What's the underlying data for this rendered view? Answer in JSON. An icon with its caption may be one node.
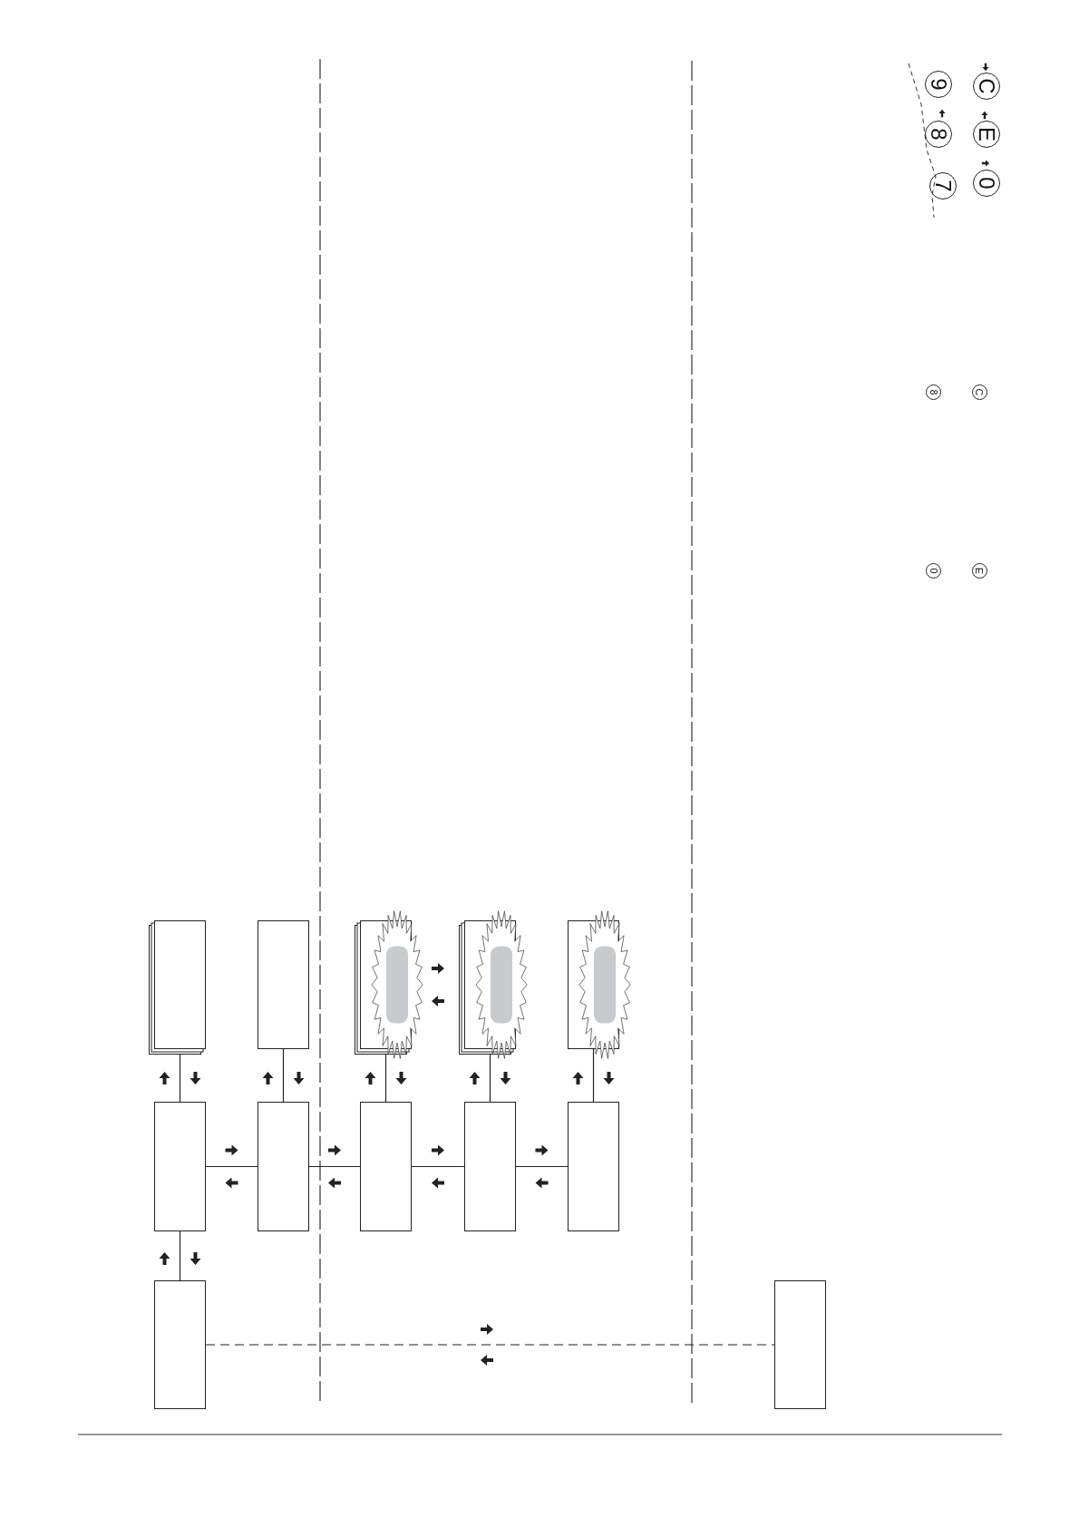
{
  "diagram": {
    "nodes": [
      {
        "text": [],
        "shape": "box"
      },
      {
        "text": [],
        "shape": "box"
      },
      {
        "text": [],
        "shape": "box"
      },
      {
        "text": [],
        "shape": "box"
      },
      {
        "text": [],
        "shape": "box"
      },
      {
        "text": [],
        "shape": "box"
      },
      {
        "text": [],
        "shape": "box"
      },
      {
        "text": [],
        "shape": "box"
      },
      {
        "text": [],
        "shape": "box"
      },
      {
        "text": [],
        "shape": "box"
      },
      {
        "text": [],
        "shape": "box"
      },
      {
        "text": [],
        "shape": "box"
      }
    ],
    "edges": [
      {
        "from": 0,
        "to": 5,
        "arrow": "none"
      },
      {
        "from": 1,
        "to": 6,
        "arrow": "none"
      },
      {
        "from": 2,
        "to": 7,
        "arrow": "none"
      },
      {
        "from": 3,
        "to": 8,
        "arrow": "none"
      },
      {
        "from": 4,
        "to": 9,
        "arrow": "none"
      },
      {
        "from": 5,
        "to": 6,
        "arrow": "none"
      },
      {
        "from": 6,
        "to": 7,
        "arrow": "none"
      },
      {
        "from": 7,
        "to": 8,
        "arrow": "none"
      },
      {
        "from": 8,
        "to": 9,
        "arrow": "none"
      },
      {
        "from": 5,
        "to": 10,
        "arrow": "none"
      },
      {
        "from": 10,
        "to": 11,
        "arrow": "none",
        "style": "dashed"
      },
      {
        "from": 5,
        "to": 0,
        "arrow": "to"
      },
      {
        "from": 0,
        "to": 5,
        "arrow": "to"
      },
      {
        "from": 6,
        "to": 1,
        "arrow": "to"
      },
      {
        "from": 1,
        "to": 6,
        "arrow": "to"
      },
      {
        "from": 7,
        "to": 2,
        "arrow": "to"
      },
      {
        "from": 2,
        "to": 7,
        "arrow": "to"
      },
      {
        "from": 8,
        "to": 3,
        "arrow": "to"
      },
      {
        "from": 3,
        "to": 8,
        "arrow": "to"
      },
      {
        "from": 9,
        "to": 4,
        "arrow": "to"
      },
      {
        "from": 4,
        "to": 9,
        "arrow": "to"
      },
      {
        "from": 5,
        "to": 6,
        "arrow": "to"
      },
      {
        "from": 6,
        "to": 5,
        "arrow": "to"
      },
      {
        "from": 6,
        "to": 7,
        "arrow": "to"
      },
      {
        "from": 7,
        "to": 6,
        "arrow": "to"
      },
      {
        "from": 7,
        "to": 8,
        "arrow": "to"
      },
      {
        "from": 8,
        "to": 7,
        "arrow": "to"
      },
      {
        "from": 8,
        "to": 9,
        "arrow": "to"
      },
      {
        "from": 9,
        "to": 8,
        "arrow": "to"
      },
      {
        "from": 10,
        "to": 5,
        "arrow": "to"
      },
      {
        "from": 5,
        "to": 10,
        "arrow": "to"
      },
      {
        "from": 3,
        "to": 2,
        "arrow": "to"
      },
      {
        "from": 2,
        "to": 3,
        "arrow": "to"
      }
    ],
    "labels": [
      "7",
      "8",
      "9",
      "0",
      "E",
      "C",
      "8",
      "C",
      "0",
      "E"
    ]
  }
}
